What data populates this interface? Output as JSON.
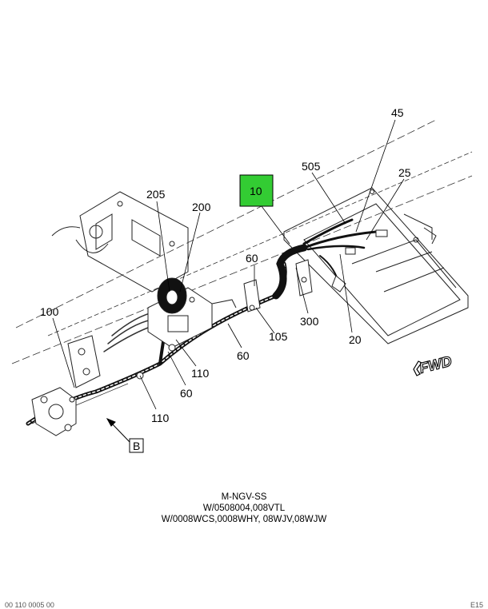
{
  "callouts": {
    "c10": "10",
    "c45": "45",
    "c505": "505",
    "c25": "25",
    "c205": "205",
    "c200": "200",
    "c60a": "60",
    "c100": "100",
    "c300": "300",
    "c105": "105",
    "c60b": "60",
    "c110a": "110",
    "c20": "20",
    "c60c": "60",
    "c110b": "110"
  },
  "view_marker": "B",
  "direction_label": "FWD",
  "highlight_color": "#33cc33",
  "caption": {
    "line1": "M-NGV-SS",
    "line2": "W/0508004,008VTL",
    "line3": "W/0008WCS,0008WHY, 08WJV,08WJW"
  },
  "footer": {
    "left": "00 110 0005 00",
    "right": "E15"
  }
}
